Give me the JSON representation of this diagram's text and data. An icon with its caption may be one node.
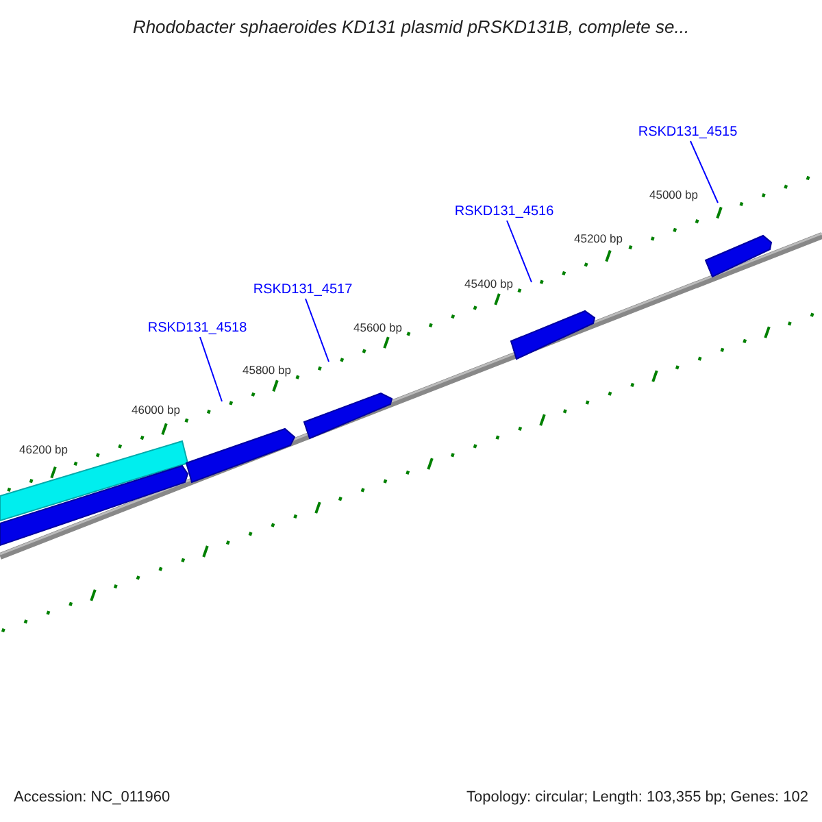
{
  "diagram": {
    "title": "Rhodobacter sphaeroides KD131 plasmid pRSKD131B, complete se...",
    "nodes": [
      {
        "text": [
          "RSKD131_4518"
        ]
      },
      {
        "text": [
          "RSKD131_4517"
        ]
      },
      {
        "text": [
          "RSKD131_4516"
        ]
      },
      {
        "text": [
          "RSKD131_4515"
        ]
      }
    ],
    "edges": [
      {
        "from": 0,
        "to": null,
        "arrow": "none"
      },
      {
        "from": 1,
        "to": null,
        "arrow": "none"
      },
      {
        "from": 2,
        "to": null,
        "arrow": "none"
      },
      {
        "from": 3,
        "to": null,
        "arrow": "none"
      }
    ],
    "labels": [
      "45000 bp",
      "45200 bp",
      "45400 bp",
      "45600 bp",
      "45800 bp",
      "46000 bp",
      "46200 bp",
      "Accession: NC_011960",
      "Topology: circular; Length: 103,355 bp; Genes: 102"
    ]
  }
}
